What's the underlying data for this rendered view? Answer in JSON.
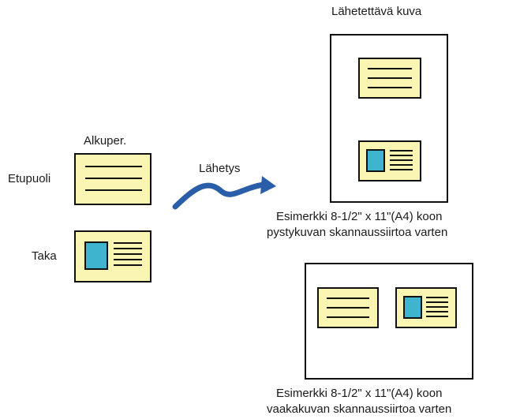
{
  "header": {
    "output_title": "Lähetettävä kuva"
  },
  "original": {
    "title": "Alkuper.",
    "front_label": "Etupuoli",
    "back_label": "Taka"
  },
  "arrow": {
    "label": "Lähetys"
  },
  "portrait": {
    "caption_line1": "Esimerkki 8-1/2\" x 11\"(A4) koon",
    "caption_line2": "pystykuvan skannaussiirtoa varten"
  },
  "landscape": {
    "caption_line1": "Esimerkki 8-1/2\" x 11\"(A4) koon",
    "caption_line2": "vaakakuvan skannaussiirtoa varten"
  },
  "colors": {
    "card_fill": "#fbf5b3",
    "photo_fill": "#3fb4cf",
    "arrow": "#2b5ea8",
    "outline": "#111111"
  }
}
